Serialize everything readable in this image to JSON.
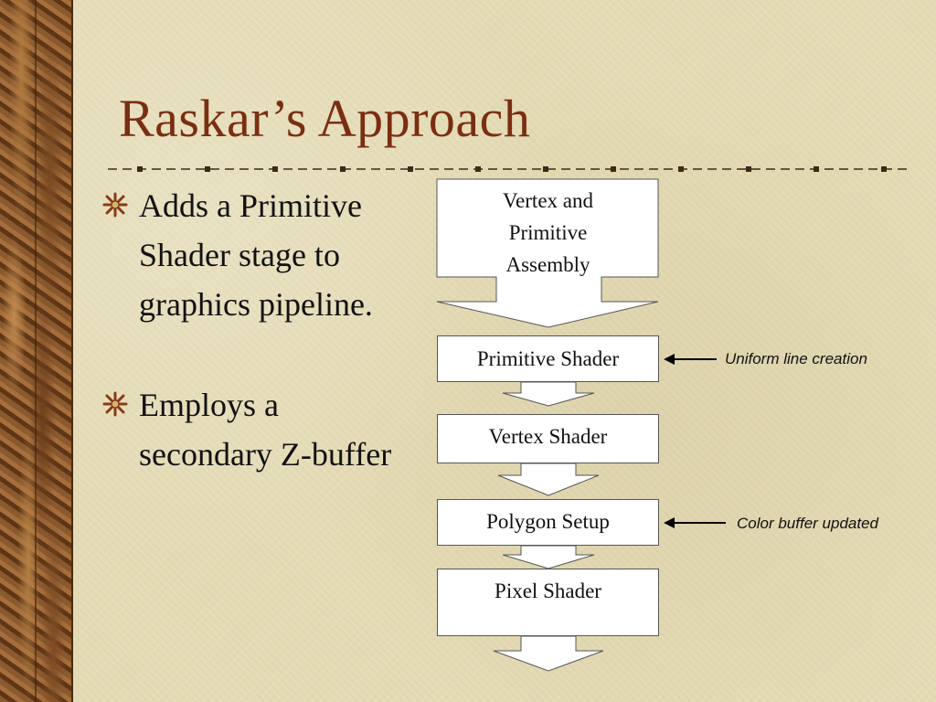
{
  "slide": {
    "title": "Raskar’s Approach",
    "bullets": [
      {
        "text": "Adds a Primitive Shader stage to graphics pipeline.",
        "icon": "sparkle-bullet-icon"
      },
      {
        "text": "Employs a secondary Z-buffer",
        "icon": "sparkle-bullet-icon"
      }
    ]
  },
  "pipeline": {
    "stages": [
      {
        "label": "Vertex and Primitive Assembly"
      },
      {
        "label": "Primitive Shader"
      },
      {
        "label": "Vertex Shader"
      },
      {
        "label": "Polygon Setup"
      },
      {
        "label": "Pixel Shader"
      }
    ],
    "annotations": [
      {
        "text": "Uniform line creation",
        "target": "Primitive Shader"
      },
      {
        "text": "Color buffer updated",
        "target": "Polygon Setup"
      }
    ]
  },
  "colors": {
    "title": "#7a2e12",
    "background": "#e4dbb5",
    "strip": "#7a4a22"
  }
}
